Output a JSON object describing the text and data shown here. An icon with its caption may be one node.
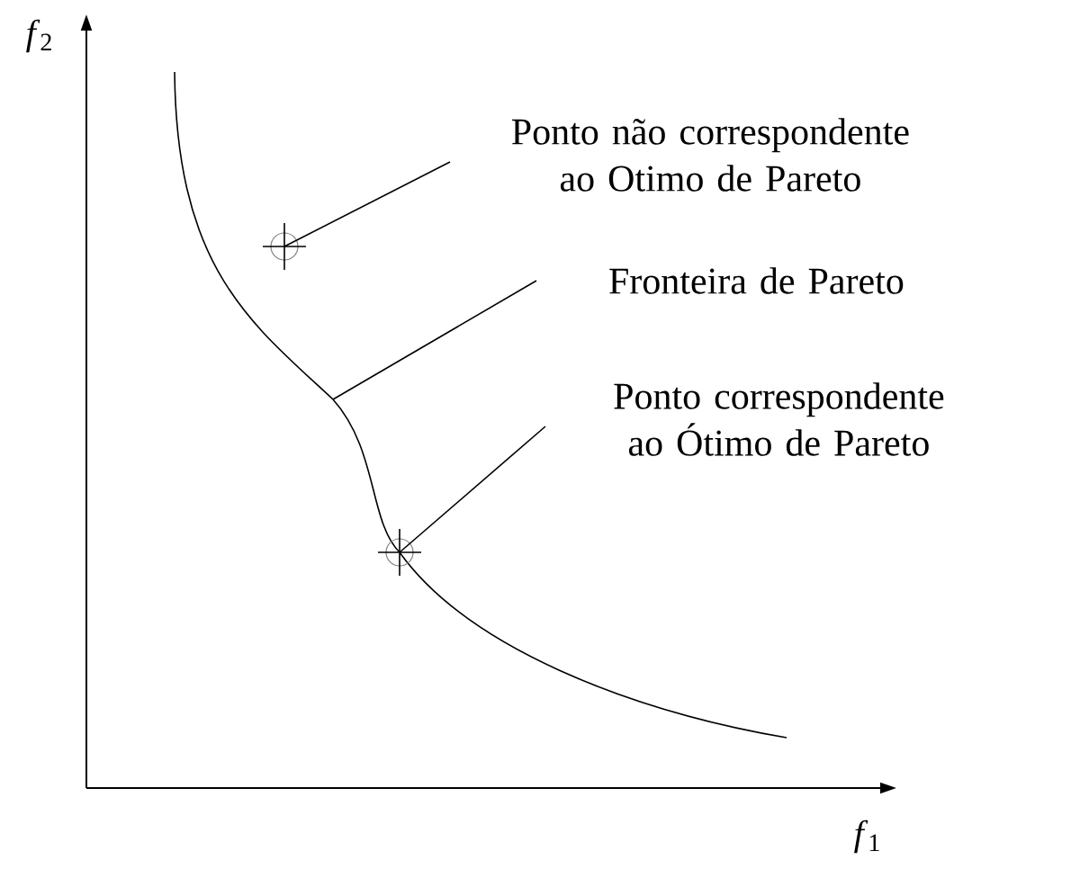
{
  "diagram": {
    "nodes": [
      {
        "text": [
          "Ponto não correspondente ao Otimo de Pareto"
        ]
      },
      {
        "text": [],
        "shape": "circle"
      },
      {
        "text": [
          "Fronteira de Pareto"
        ]
      },
      {
        "text": [
          "Ponto correspondente ao Ótimo de Pareto"
        ]
      },
      {
        "text": [],
        "shape": "circle"
      }
    ],
    "edges": [
      {
        "from": 0,
        "to": 1,
        "arrow": "none"
      },
      {
        "from": 2,
        "to": null,
        "arrow": "none"
      },
      {
        "from": 3,
        "to": 4,
        "arrow": "none"
      }
    ],
    "labels": [
      "*f*$_{2}$",
      "*f*$_{1}$"
    ]
  }
}
